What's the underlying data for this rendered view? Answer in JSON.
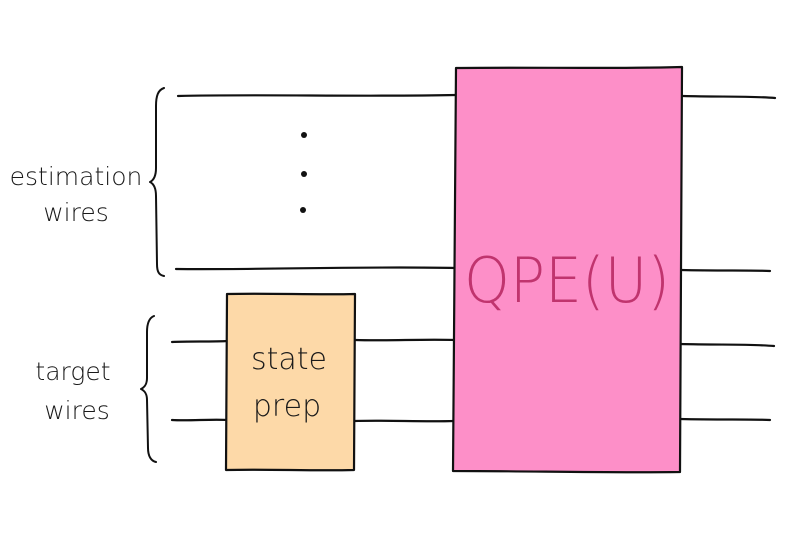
{
  "labels": {
    "estimation_line1": "estimation",
    "estimation_line2": "wires",
    "target_line1": "target",
    "target_line2": "wires"
  },
  "gates": {
    "state_prep_line1": "state",
    "state_prep_line2": "prep",
    "qpe": "QPE(U)"
  },
  "colors": {
    "state_prep_fill": "#fdd9a8",
    "qpe_fill": "#fd8fc8",
    "qpe_text": "#c0346e",
    "ink": "#111111"
  }
}
